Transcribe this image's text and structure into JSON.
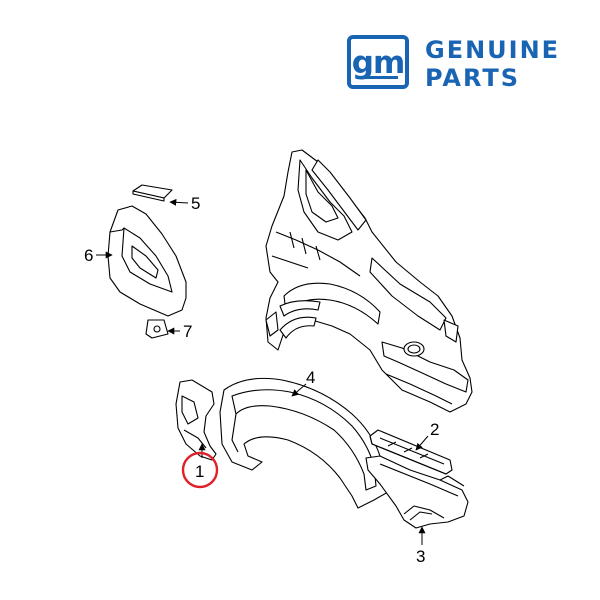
{
  "logo": {
    "mark": "gm",
    "line1": "GENUINE",
    "line2": "PARTS",
    "color": "#1a64b4"
  },
  "callouts": {
    "c1": "1",
    "c2": "2",
    "c3": "3",
    "c4": "4",
    "c5": "5",
    "c6": "6",
    "c7": "7"
  },
  "highlight": {
    "callout": "1",
    "color": "#e0202a"
  }
}
